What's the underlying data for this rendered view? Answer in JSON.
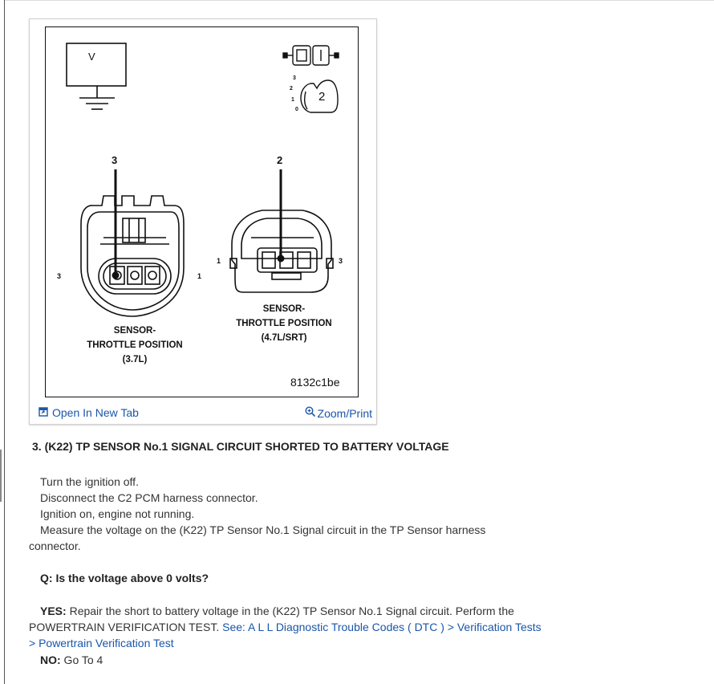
{
  "figure": {
    "voltmeter_label": "V",
    "connector_left": {
      "pin_callout": "3",
      "pin_left": "3",
      "pin_right": "1",
      "name_line1": "SENSOR-",
      "name_line2": "THROTTLE POSITION",
      "name_line3": "(3.7L)"
    },
    "connector_right": {
      "pin_callout": "2",
      "pin_left": "1",
      "pin_right": "3",
      "name_line1": "SENSOR-",
      "name_line2": "THROTTLE POSITION",
      "name_line3": "(4.7L/SRT)"
    },
    "key_switch": {
      "label_3": "3",
      "label_2": "2",
      "label_1": "1",
      "label_0": "0",
      "position": "2"
    },
    "figure_id": "8132c1be",
    "open_tab_label": "Open In New Tab",
    "zoom_label": "Zoom/Print"
  },
  "step": {
    "title": "3. (K22) TP SENSOR No.1 SIGNAL CIRCUIT SHORTED TO BATTERY VOLTAGE",
    "instructions": [
      "Turn the ignition off.",
      "Disconnect the C2 PCM harness connector.",
      "Ignition on, engine not running.",
      "Measure the voltage on the (K22) TP Sensor No.1 Signal circuit in the TP Sensor harness"
    ],
    "instruction_wrap": "connector.",
    "question": "Q: Is the voltage above 0 volts?",
    "yes_label": "YES:",
    "yes_text": " Repair the short to battery voltage in the (K22) TP Sensor No.1 Signal circuit. Perform the",
    "yes_text_wrap": "POWERTRAIN VERIFICATION TEST. ",
    "yes_link_1": "See: A L L Diagnostic Trouble Codes ( DTC ) > Verification Tests",
    "yes_link_2": "> Powertrain Verification Test",
    "no_label": "NO:",
    "no_text": " Go To 4"
  },
  "colors": {
    "link": "#1a56a8",
    "text": "#333333"
  }
}
